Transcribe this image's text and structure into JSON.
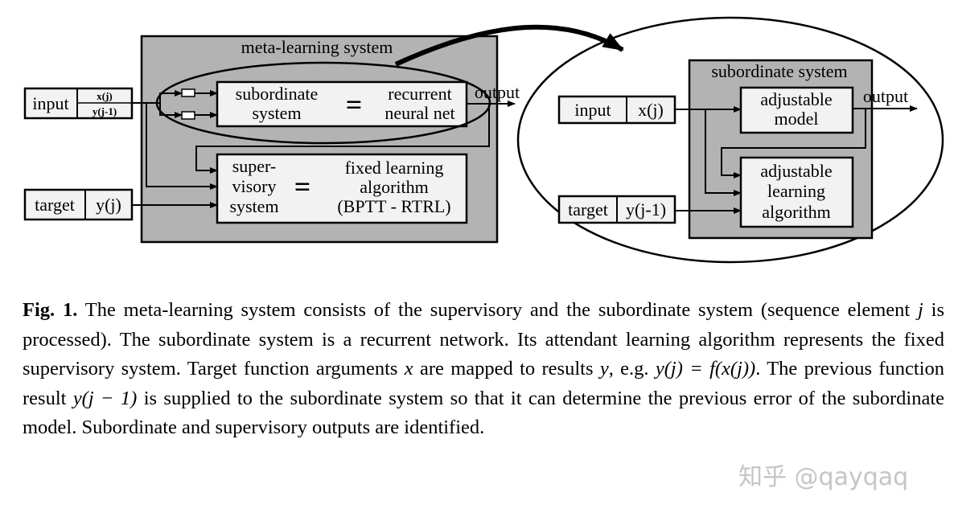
{
  "diagram": {
    "meta_title": "meta-learning system",
    "input_label": "input",
    "input_x": "x(j)",
    "input_y": "y(j-1)",
    "target_label": "target",
    "target_y": "y(j)",
    "sub_left_line1": "subordinate",
    "sub_left_line2": "system",
    "equals": "=",
    "sub_right_line1": "recurrent",
    "sub_right_line2": "neural net",
    "output_label": "output",
    "sup_left_line1": "super-",
    "sup_left_line2": "visory",
    "sup_left_line3": "system",
    "sup_right_line1": "fixed learning",
    "sup_right_line2": "algorithm",
    "sup_right_line3": "(BPTT - RTRL)",
    "zoom_title": "subordinate system",
    "zoom_input_label": "input",
    "zoom_input_x": "x(j)",
    "zoom_model_line1": "adjustable",
    "zoom_model_line2": "model",
    "zoom_output_label": "output",
    "zoom_target_label": "target",
    "zoom_target_y": "y(j-1)",
    "zoom_algo_line1": "adjustable",
    "zoom_algo_line2": "learning",
    "zoom_algo_line3": "algorithm"
  },
  "caption": {
    "fig_label": "Fig. 1.",
    "s1": " The meta-learning system consists of the supervisory and the subordinate system (sequence element ",
    "j1": "j",
    "s2": " is processed). The subordinate system is a recurrent network. Its attendant learning algorithm represents the fixed supervisory system. Target function arguments ",
    "x1": "x",
    "s3": " are mapped to results ",
    "y1": "y",
    "s4": ", e.g. ",
    "eq1": "y(j) = f(x(j))",
    "s5": ". The previous function result ",
    "eq2": "y(j − 1)",
    "s6": " is supplied to the subordinate system so that it can determine the previous error of the subordinate model. Subordinate and supervisory outputs are identified."
  },
  "watermark": "知乎 @qayqaq",
  "colors": {
    "panel_gray": "#b3b3b3",
    "box_fill": "#f2f2f2",
    "ink": "#000000"
  }
}
